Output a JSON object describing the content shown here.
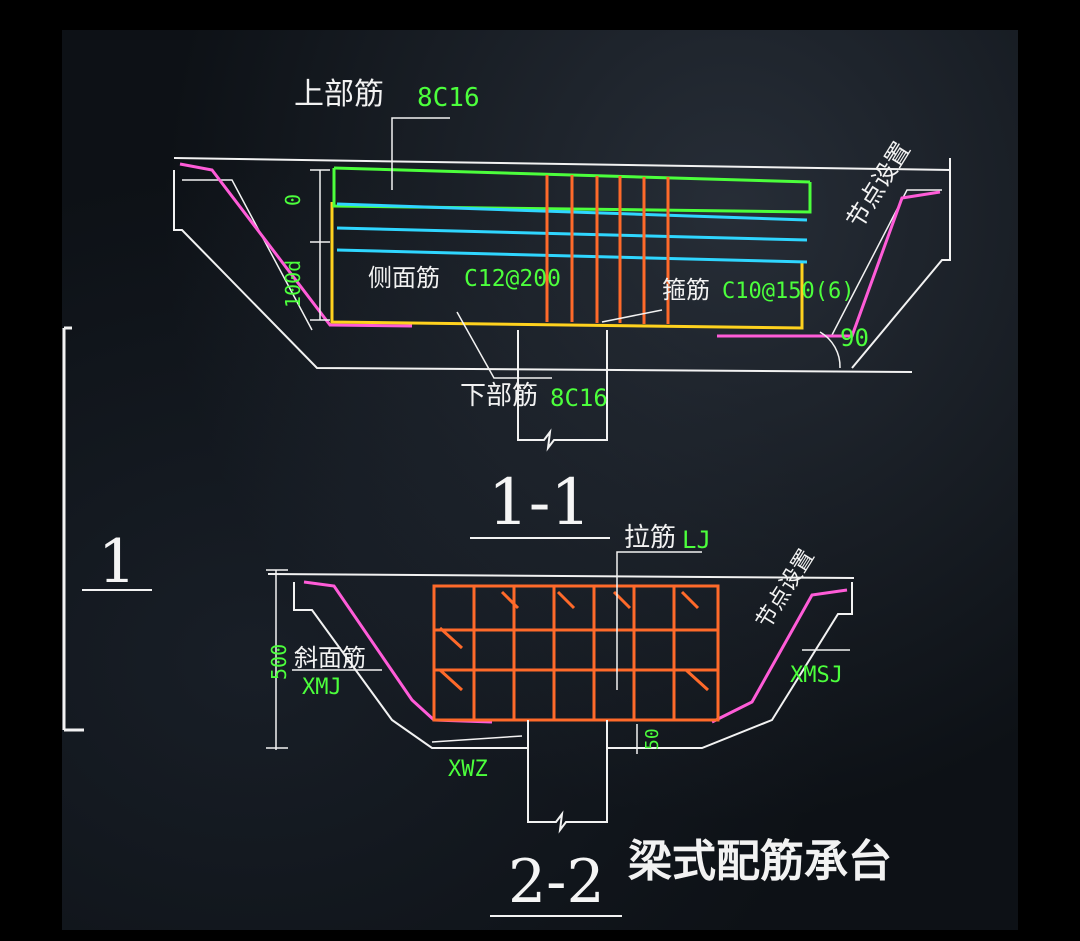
{
  "section_1_1": {
    "top_bar_label": "上部筋",
    "top_bar_value": "8C16",
    "side_bar_label": "侧面筋",
    "side_bar_value": "C12@200",
    "stirrup_label": "箍筋",
    "stirrup_value": "C10@150(6)",
    "bottom_bar_label": "下部筋",
    "bottom_bar_value": "8C16",
    "dim_top": "0",
    "dim_side": "100d",
    "angle": "90",
    "node_setting": "节点设置",
    "section_title": "1-1"
  },
  "section_2_2": {
    "tie_bar_label": "拉筋",
    "tie_bar_value": "LJ",
    "slope_bar_label": "斜面筋",
    "slope_bar_value": "XMJ",
    "slope_top_value": "XMSJ",
    "bottom_value": "XWZ",
    "dim_height": "500",
    "dim_cover": "50",
    "node_setting": "节点设置",
    "section_title": "2-2"
  },
  "side_number": "1",
  "caption": "梁式配筋承台",
  "colors": {
    "green_text": "#4cff3c",
    "white": "#f2f2f2",
    "cyan": "#2fd6ff",
    "orange": "#ff6a2a",
    "yellow": "#ffd21e",
    "magenta": "#ff5cd8"
  }
}
